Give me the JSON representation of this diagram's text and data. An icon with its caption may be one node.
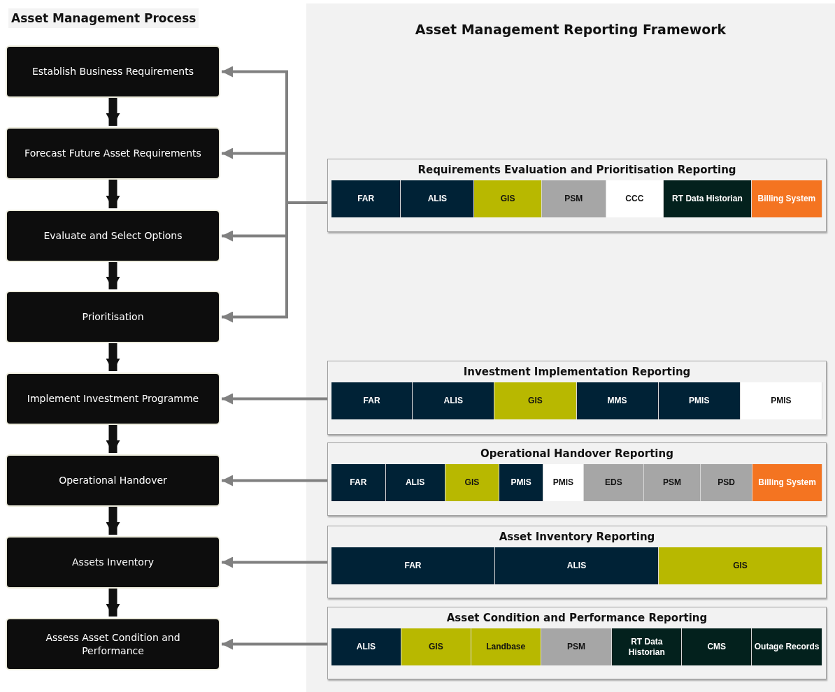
{
  "diagram": {
    "title": "Asset Management Process",
    "nodes": [
      {
        "text": [
          "Establish Business Requirements"
        ]
      },
      {
        "text": [
          "Forecast Future Asset Requirements"
        ]
      },
      {
        "text": [
          "Evaluate and Select Options"
        ]
      },
      {
        "text": [
          "Prioritisation"
        ]
      },
      {
        "text": [
          "Implement Investment Programme"
        ]
      },
      {
        "text": [
          "Operational Handover"
        ]
      },
      {
        "text": [
          "Assets Inventory"
        ]
      },
      {
        "text": [
          "Assess Asset Condition and Performance"
        ]
      },
      {
        "text": [
          "Asset Management Reporting Framework"
        ]
      },
      {
        "text": [
          "Requirements Evaluation and Prioritisation Reporting"
        ],
        "in": 8
      },
      {
        "text": [
          "FAR"
        ],
        "in": 9
      },
      {
        "text": [
          "ALIS"
        ],
        "in": 9
      },
      {
        "text": [
          "GIS"
        ],
        "in": 9
      },
      {
        "text": [
          "PSM"
        ],
        "in": 9
      },
      {
        "text": [
          "CCC"
        ],
        "in": 9
      },
      {
        "text": [
          "RT Data Historian"
        ],
        "in": 9
      },
      {
        "text": [
          "Billing System"
        ],
        "in": 9
      },
      {
        "text": [
          "Investment Implementation Reporting"
        ],
        "in": 8
      },
      {
        "text": [
          "FAR"
        ],
        "in": 17
      },
      {
        "text": [
          "ALIS"
        ],
        "in": 17
      },
      {
        "text": [
          "GIS"
        ],
        "in": 17
      },
      {
        "text": [
          "MMS"
        ],
        "in": 17
      },
      {
        "text": [
          "PMIS"
        ],
        "in": 17
      },
      {
        "text": [
          "PMIS"
        ],
        "in": 17
      },
      {
        "text": [
          "Operational Handover Reporting"
        ],
        "in": 8
      },
      {
        "text": [
          "FAR"
        ],
        "in": 24
      },
      {
        "text": [
          "ALIS"
        ],
        "in": 24
      },
      {
        "text": [
          "GIS"
        ],
        "in": 24
      },
      {
        "text": [
          "PMIS"
        ],
        "in": 24
      },
      {
        "text": [
          "PMIS"
        ],
        "in": 24
      },
      {
        "text": [
          "EDS"
        ],
        "in": 24
      },
      {
        "text": [
          "PSM"
        ],
        "in": 24
      },
      {
        "text": [
          "PSD"
        ],
        "in": 24
      },
      {
        "text": [
          "Billing System"
        ],
        "in": 24
      },
      {
        "text": [
          "Asset Inventory Reporting"
        ],
        "in": 8
      },
      {
        "text": [
          "FAR"
        ],
        "in": 34
      },
      {
        "text": [
          "ALIS"
        ],
        "in": 34
      },
      {
        "text": [
          "GIS"
        ],
        "in": 34
      },
      {
        "text": [
          "Asset Condition and Performance Reporting"
        ],
        "in": 8
      },
      {
        "text": [
          "ALIS"
        ],
        "in": 38
      },
      {
        "text": [
          "GIS"
        ],
        "in": 38
      },
      {
        "text": [
          "Landbase"
        ],
        "in": 38
      },
      {
        "text": [
          "PSM"
        ],
        "in": 38
      },
      {
        "text": [
          "RT Data Historian"
        ],
        "in": 38
      },
      {
        "text": [
          "CMS"
        ],
        "in": 38
      },
      {
        "text": [
          "Outage Records"
        ],
        "in": 38
      }
    ],
    "edges": [
      {
        "from": 0,
        "to": 1,
        "arrow": "to",
        "style": "thick",
        "color": "#111111"
      },
      {
        "from": 1,
        "to": 2,
        "arrow": "to",
        "style": "thick",
        "color": "#111111"
      },
      {
        "from": 2,
        "to": 3,
        "arrow": "to",
        "style": "thick",
        "color": "#111111"
      },
      {
        "from": 3,
        "to": 4,
        "arrow": "to",
        "style": "thick",
        "color": "#111111"
      },
      {
        "from": 4,
        "to": 5,
        "arrow": "to",
        "style": "thick",
        "color": "#111111"
      },
      {
        "from": 5,
        "to": 6,
        "arrow": "to",
        "style": "thick",
        "color": "#111111"
      },
      {
        "from": 6,
        "to": 7,
        "arrow": "to",
        "style": "thick",
        "color": "#111111"
      },
      {
        "from": 9,
        "to": 0,
        "arrow": "to"
      },
      {
        "from": 9,
        "to": 1,
        "arrow": "to"
      },
      {
        "from": 9,
        "to": 2,
        "arrow": "to"
      },
      {
        "from": 9,
        "to": 3,
        "arrow": "to"
      },
      {
        "from": 17,
        "to": 4,
        "arrow": "to"
      },
      {
        "from": 24,
        "to": 5,
        "arrow": "to"
      },
      {
        "from": 34,
        "to": 6,
        "arrow": "to"
      },
      {
        "from": 38,
        "to": 7,
        "arrow": "to"
      }
    ]
  }
}
